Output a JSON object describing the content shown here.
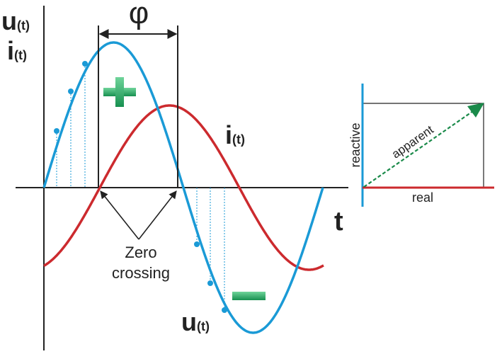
{
  "diagram": {
    "labels": {
      "u_axis": "u",
      "i_axis": "i",
      "subscript_t": "(t)",
      "phi": "φ",
      "time_axis": "t",
      "i_curve": "i",
      "u_curve": "u",
      "zero_crossing_line1": "Zero",
      "zero_crossing_line2": "crossing",
      "plus_sign": "+",
      "minus_sign": "−"
    },
    "phasor": {
      "reactive": "reactive",
      "apparent": "apparent",
      "real": "real"
    },
    "colors": {
      "voltage": "#1a9ad6",
      "current": "#cc2a2e",
      "apparent": "#1a8a4a",
      "sign": "#2aa865",
      "axis": "#222222",
      "phasor_reactive_axis": "#1a9ad6",
      "phasor_real_axis": "#cc2a2e"
    }
  }
}
